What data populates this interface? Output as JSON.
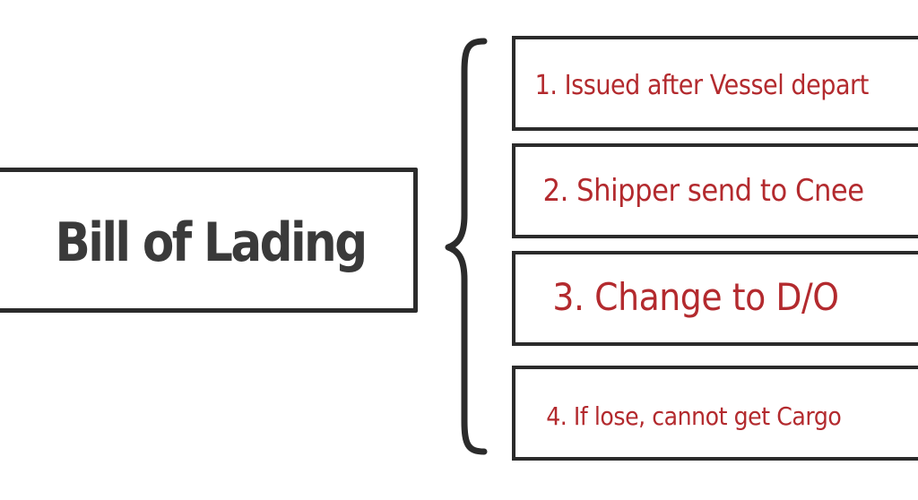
{
  "main": {
    "title": "Bill of Lading"
  },
  "items": [
    {
      "label": "1. Issued after Vessel depart"
    },
    {
      "label": "2. Shipper send to Cnee"
    },
    {
      "label": "3. Change to D/O"
    },
    {
      "label": "4. If lose, cannot get Cargo"
    }
  ],
  "colors": {
    "outline": "#2b2b2b",
    "title_text": "#3a3a3a",
    "item_text": "#b32a2e",
    "background": "#ffffff"
  },
  "icons": {
    "brace": "curly-brace-icon"
  }
}
